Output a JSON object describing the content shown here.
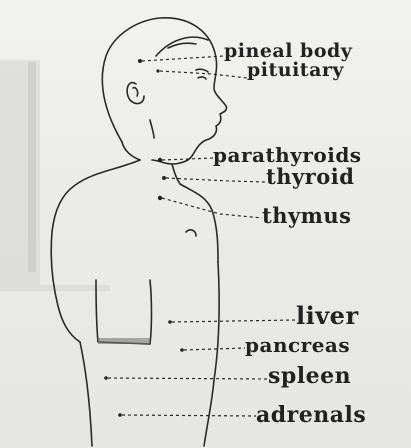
{
  "labels": {
    "pineal": "pineal body",
    "pituitary": "pituitary",
    "parathyroids": "parathyroids",
    "thyroid": "thyroid",
    "thymus": "thymus",
    "liver": "liver",
    "pancreas": "pancreas",
    "spleen": "spleen",
    "adrenals": "adrenals"
  },
  "colors": {
    "ink": "#222222",
    "paper": "#ececea",
    "shadow": "#cfcfcb"
  }
}
